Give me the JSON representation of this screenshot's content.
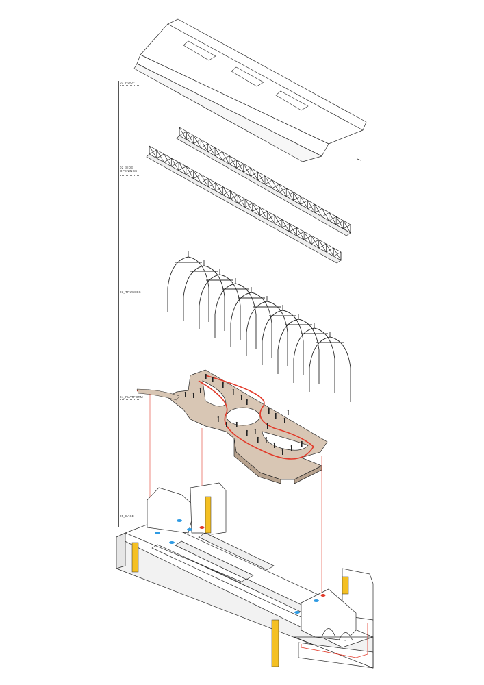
{
  "layers": [
    {
      "key": "roof",
      "label": "01_ROOF"
    },
    {
      "key": "side",
      "label": "02_SIDE\nOPENINGS"
    },
    {
      "key": "trusses",
      "label": "03_TRUSSES"
    },
    {
      "key": "platform",
      "label": "04_PLATFORM"
    },
    {
      "key": "base",
      "label": "05_BASE"
    }
  ],
  "colors": {
    "line": "#2a2a2a",
    "platform_fill": "#d8c6b4",
    "platform_side": "#b7a28e",
    "route": "#e23a2a",
    "core": "#f4c023",
    "circulation_dot": "#2f9be3",
    "connector": "#e23a2a"
  }
}
